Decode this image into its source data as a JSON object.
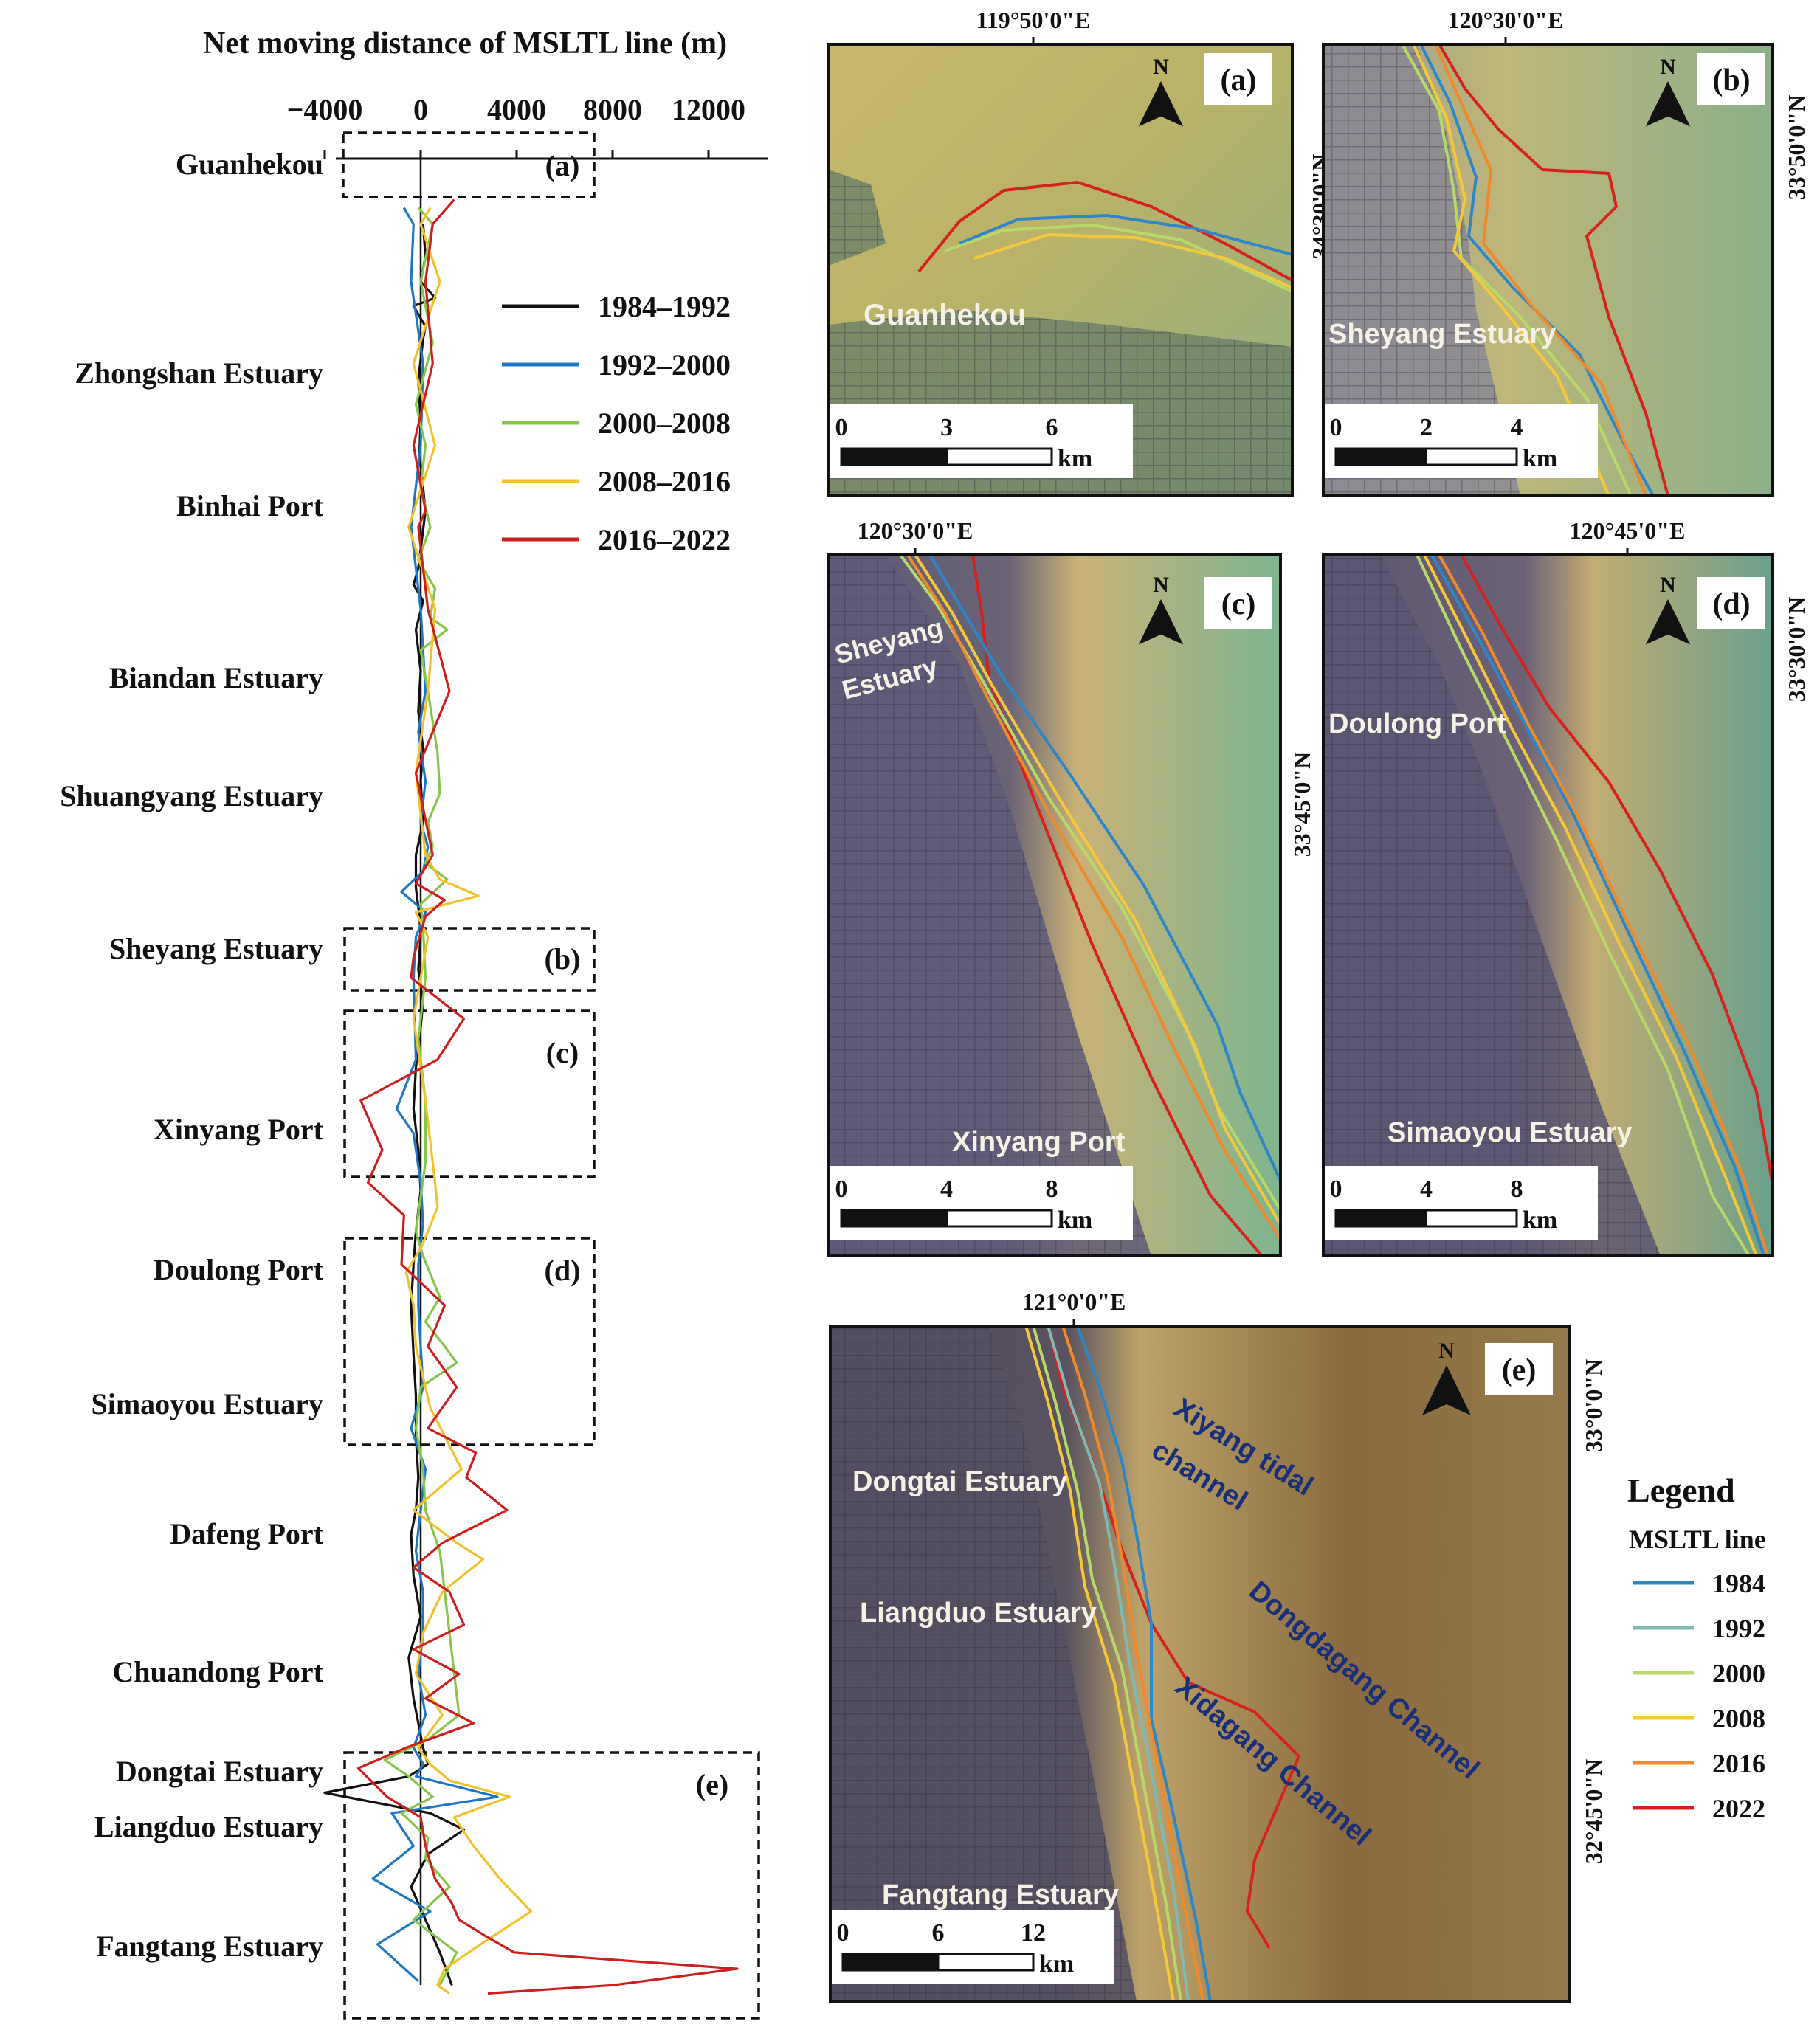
{
  "chart_data": [
    {
      "type": "line",
      "title": "Net moving distance of MSLTL line (m)",
      "orientation": "vertical",
      "xlim": [
        -4000,
        14000
      ],
      "x_ticks": [
        -4000,
        0,
        4000,
        8000,
        12000
      ],
      "x_tick_labels": [
        "−4000",
        "0",
        "4000",
        "8000",
        "12000"
      ],
      "locations": [
        "Guanhekou",
        "Zhongshan Estuary",
        "Binhai Port",
        "Biandan Estuary",
        "Shuangyang Estuary",
        "Sheyang Estuary",
        "Xinyang Port",
        "Doulong Port",
        "Simaoyou Estuary",
        "Dafeng Port",
        "Chuandong Port",
        "Dongtai Estuary",
        "Liangduo Estuary",
        "Fangtang Estuary"
      ],
      "boxes": [
        "(a)",
        "(b)",
        "(c)",
        "(d)",
        "(e)"
      ],
      "legend_placement": "upper-right",
      "series": [
        {
          "name": "1984–1992",
          "color": "#111111",
          "x": [
            100,
            200,
            0,
            600,
            -300,
            200,
            100,
            -100,
            0,
            -50,
            200,
            -100,
            -300,
            100,
            -200,
            0,
            -100,
            100,
            0,
            100,
            -200,
            -200,
            -50,
            0,
            -100,
            100,
            0,
            -200,
            -300,
            -100,
            0,
            -200,
            -300,
            -400,
            -300,
            -200,
            -200,
            -100,
            -200,
            -400,
            -300,
            0,
            -500,
            -300,
            -100,
            100,
            300,
            -500,
            -4000,
            400,
            1800,
            300,
            -400,
            200,
            800,
            1300
          ],
          "y": [
            0.16,
            0.24,
            0.3,
            0.34,
            0.36,
            0.41,
            0.44,
            0.54,
            0.64,
            0.72,
            0.86,
            1.0,
            1.04,
            1.08,
            1.15,
            1.25,
            1.35,
            1.44,
            1.52,
            1.62,
            1.7,
            1.78,
            1.85,
            1.9,
            1.98,
            2.06,
            2.12,
            2.22,
            2.32,
            2.42,
            2.52,
            2.62,
            2.7,
            2.8,
            2.92,
            3.02,
            3.12,
            3.22,
            3.3,
            3.36,
            3.46,
            3.56,
            3.66,
            3.76,
            3.82,
            3.88,
            3.92,
            3.95,
            3.99,
            4.04,
            4.08,
            4.14,
            4.22,
            4.3,
            4.38,
            4.46
          ]
        },
        {
          "name": "1992–2000",
          "color": "#1f77c4",
          "x": [
            -700,
            -300,
            -400,
            100,
            0,
            -400,
            0,
            200,
            -100,
            200,
            0,
            300,
            100,
            -800,
            200,
            -200,
            -300,
            -200,
            -1000,
            -300,
            0,
            100,
            -100,
            -100,
            0,
            100,
            -400,
            200,
            0,
            -200,
            100,
            100,
            -100,
            200,
            -300,
            100,
            -200,
            3200,
            -1200,
            -300,
            -2000,
            400,
            -1800,
            -100
          ],
          "y": [
            0.12,
            0.16,
            0.3,
            0.5,
            0.7,
            0.9,
            1.1,
            1.3,
            1.4,
            1.52,
            1.62,
            1.68,
            1.74,
            1.79,
            1.84,
            1.9,
            2.0,
            2.2,
            2.32,
            2.38,
            2.5,
            2.6,
            2.7,
            2.8,
            2.9,
            3.0,
            3.1,
            3.2,
            3.3,
            3.4,
            3.5,
            3.6,
            3.7,
            3.8,
            3.88,
            3.92,
            3.95,
            4.0,
            4.04,
            4.12,
            4.2,
            4.28,
            4.36,
            4.45
          ]
        },
        {
          "name": "2000–2008",
          "color": "#86c64a",
          "x": [
            -100,
            500,
            0,
            500,
            -200,
            200,
            0,
            400,
            -100,
            600,
            400,
            1100,
            0,
            300,
            700,
            800,
            300,
            500,
            200,
            1100,
            0,
            100,
            200,
            -100,
            200,
            200,
            -200,
            100,
            800,
            200,
            1000,
            1500,
            0,
            -200,
            100,
            200,
            800,
            1100,
            1400,
            1600,
            300,
            -1500,
            -500,
            500,
            -800,
            300,
            200,
            1200,
            -300,
            1500,
            800
          ],
          "y": [
            0.12,
            0.16,
            0.3,
            0.45,
            0.6,
            0.7,
            0.8,
            0.9,
            0.98,
            1.05,
            1.12,
            1.15,
            1.2,
            1.3,
            1.45,
            1.55,
            1.62,
            1.68,
            1.72,
            1.76,
            1.82,
            1.88,
            2.0,
            2.15,
            2.3,
            2.45,
            2.62,
            2.68,
            2.78,
            2.84,
            2.9,
            2.94,
            3.0,
            3.1,
            3.2,
            3.3,
            3.4,
            3.55,
            3.7,
            3.8,
            3.86,
            3.91,
            3.95,
            4.0,
            4.04,
            4.1,
            4.15,
            4.22,
            4.3,
            4.38,
            4.46
          ]
        },
        {
          "name": "2008–2016",
          "color": "#f2c12e",
          "x": [
            400,
            0,
            800,
            -300,
            600,
            -500,
            600,
            300,
            -200,
            200,
            800,
            2400,
            -200,
            300,
            -300,
            200,
            600,
            700,
            300,
            0,
            -600,
            -300,
            -200,
            400,
            1700,
            -300,
            1500,
            2600,
            900,
            100,
            -200,
            900,
            -100,
            400,
            1200,
            3700,
            1400,
            2200,
            3300,
            4600,
            2500,
            1000,
            700,
            1200
          ],
          "y": [
            0.12,
            0.16,
            0.3,
            0.5,
            0.7,
            0.9,
            1.1,
            1.3,
            1.5,
            1.7,
            1.76,
            1.8,
            1.84,
            1.9,
            2.1,
            2.3,
            2.5,
            2.56,
            2.62,
            2.66,
            2.72,
            2.8,
            2.9,
            3.05,
            3.2,
            3.3,
            3.38,
            3.42,
            3.5,
            3.6,
            3.7,
            3.8,
            3.88,
            3.92,
            3.96,
            4.0,
            4.05,
            4.12,
            4.2,
            4.28,
            4.36,
            4.42,
            4.46,
            4.48
          ]
        },
        {
          "name": "2016–2022",
          "color": "#cc1f1f",
          "x": [
            1400,
            500,
            200,
            500,
            -300,
            200,
            -100,
            300,
            1200,
            -200,
            500,
            -200,
            1000,
            200,
            -300,
            -400,
            1800,
            700,
            -2500,
            -1600,
            -2200,
            -700,
            -800,
            1000,
            300,
            1500,
            300,
            2300,
            1900,
            3600,
            900,
            -300,
            1200,
            1800,
            -300,
            1600,
            200,
            2200,
            -600,
            -2600,
            -1400,
            0,
            200,
            600,
            1300,
            1600,
            2700,
            3900,
            13200,
            8000,
            2800
          ],
          "y": [
            0.1,
            0.16,
            0.3,
            0.5,
            0.7,
            0.86,
            0.9,
            1.1,
            1.3,
            1.5,
            1.7,
            1.77,
            1.81,
            1.85,
            1.95,
            2.0,
            2.1,
            2.2,
            2.3,
            2.42,
            2.5,
            2.58,
            2.7,
            2.8,
            2.9,
            3.0,
            3.1,
            3.16,
            3.22,
            3.3,
            3.38,
            3.44,
            3.5,
            3.58,
            3.64,
            3.7,
            3.76,
            3.82,
            3.88,
            3.93,
            4.0,
            4.05,
            4.12,
            4.2,
            4.26,
            4.3,
            4.34,
            4.38,
            4.42,
            4.46,
            4.48
          ]
        }
      ]
    },
    {
      "type": "map",
      "panel": "(a)",
      "top_label": "119°50'0\"E",
      "side_label": "34°30'0\"N",
      "places": [
        "Guanhekou"
      ],
      "scale_labels": [
        "0",
        "3",
        "6"
      ],
      "scale_unit": "km",
      "north": "N"
    },
    {
      "type": "map",
      "panel": "(b)",
      "top_label": "120°30'0\"E",
      "side_label": "33°50'0\"N",
      "places": [
        "Sheyang Estuary"
      ],
      "scale_labels": [
        "0",
        "2",
        "4"
      ],
      "scale_unit": "km",
      "north": "N"
    },
    {
      "type": "map",
      "panel": "(c)",
      "top_label": "120°30'0\"E",
      "side_label": "33°45'0\"N",
      "places": [
        "Sheyang",
        "Estuary",
        "Xinyang Port"
      ],
      "scale_labels": [
        "0",
        "4",
        "8"
      ],
      "scale_unit": "km",
      "north": "N"
    },
    {
      "type": "map",
      "panel": "(d)",
      "top_label": "120°45'0\"E",
      "side_label": "33°30'0\"N",
      "places": [
        "Doulong Port",
        "Simaoyou Estuary"
      ],
      "scale_labels": [
        "0",
        "4",
        "8"
      ],
      "scale_unit": "km",
      "north": "N"
    },
    {
      "type": "map",
      "panel": "(e)",
      "top_label": "121°0'0\"E",
      "side_labels": [
        "33°0'0\"N",
        "32°45'0\"N"
      ],
      "places": [
        "Dongtai Estuary",
        "Liangduo Estuary",
        "Fangtang Estuary"
      ],
      "channels": [
        "Xiyang tidal",
        "channel",
        "Dongdagang Channel",
        "Xidagang Channel"
      ],
      "scale_labels": [
        "0",
        "6",
        "12"
      ],
      "scale_unit": "km",
      "north": "N"
    }
  ],
  "map_legend": {
    "title": "Legend",
    "subtitle": "MSLTL line",
    "items": [
      {
        "label": "1984",
        "color": "#2f86c6"
      },
      {
        "label": "1992",
        "color": "#7fb9b2"
      },
      {
        "label": "2000",
        "color": "#b9d86a"
      },
      {
        "label": "2008",
        "color": "#f4c83a"
      },
      {
        "label": "2016",
        "color": "#ee8a2c"
      },
      {
        "label": "2022",
        "color": "#d6221f"
      }
    ]
  }
}
